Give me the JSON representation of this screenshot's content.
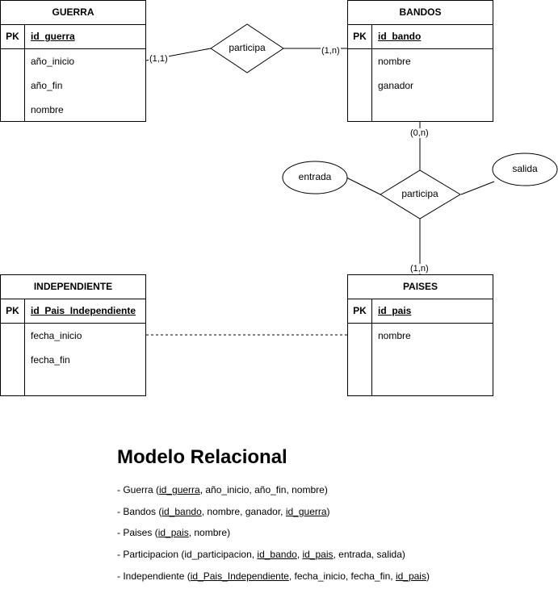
{
  "entities": {
    "guerra": {
      "title": "GUERRA",
      "pk_label": "PK",
      "pk": "id_guerra",
      "attributes": [
        "año_inicio",
        "año_fin",
        "nombre"
      ]
    },
    "bandos": {
      "title": "BANDOS",
      "pk_label": "PK",
      "pk": "id_bando",
      "attributes": [
        "nombre",
        "ganador",
        ""
      ]
    },
    "independiente": {
      "title": "INDEPENDIENTE",
      "pk_label": "PK",
      "pk": "id_Pais_Independiente",
      "attributes": [
        "fecha_inicio",
        "fecha_fin",
        ""
      ]
    },
    "paises": {
      "title": "PAISES",
      "pk_label": "PK",
      "pk": "id_pais",
      "attributes": [
        "nombre",
        "",
        ""
      ]
    }
  },
  "relationships": {
    "participa_top": {
      "label": "participa",
      "card_left": "(1,1)",
      "card_right": "(1,n)"
    },
    "participa_mid": {
      "label": "participa",
      "card_top": "(0,n)",
      "card_bottom": "(1,n)"
    }
  },
  "attributes_ellipses": {
    "entrada": "entrada",
    "salida": "salida"
  },
  "relational_model": {
    "title": "Modelo Relacional",
    "rows": [
      {
        "parts": [
          {
            "t": "- Guerra ("
          },
          {
            "t": "id_guerra",
            "u": true
          },
          {
            "t": ", año_inicio, año_fin, nombre)"
          }
        ]
      },
      {
        "parts": [
          {
            "t": "- Bandos ("
          },
          {
            "t": "id_bando",
            "u": true
          },
          {
            "t": ", nombre, ganador, "
          },
          {
            "t": "id_guerra",
            "u": true
          },
          {
            "t": ")"
          }
        ]
      },
      {
        "parts": [
          {
            "t": "- Paises ("
          },
          {
            "t": "id_pais",
            "u": true
          },
          {
            "t": ", nombre)"
          }
        ]
      },
      {
        "parts": [
          {
            "t": "- Participacion (id_participacion, "
          },
          {
            "t": "id_bando",
            "u": true
          },
          {
            "t": ", "
          },
          {
            "t": "id_pais",
            "u": true
          },
          {
            "t": ", entrada, salida)"
          }
        ]
      },
      {
        "parts": [
          {
            "t": "- Independiente ("
          },
          {
            "t": "id_Pais_Independiente",
            "u": true
          },
          {
            "t": ", fecha_inicio, fecha_fin, "
          },
          {
            "t": "id_pais",
            "u": true
          },
          {
            "t": ")"
          }
        ]
      }
    ]
  }
}
